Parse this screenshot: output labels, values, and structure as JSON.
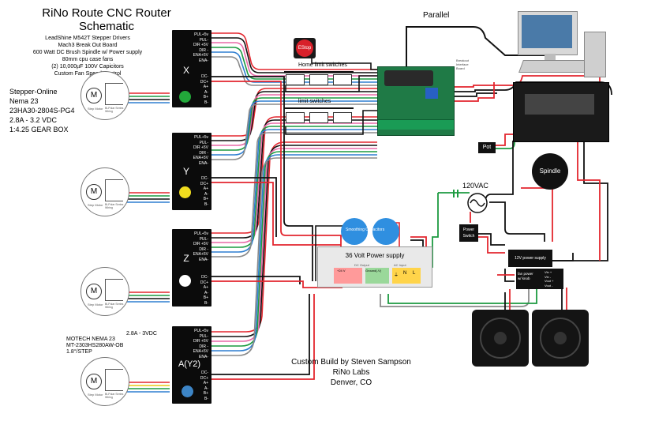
{
  "title": {
    "line1": "RiNo Route CNC Router",
    "line2": "Schematic"
  },
  "notes": [
    "LeadShine M542T Stepper Drivers",
    "Mach3 Break Out Board",
    "600 Watt DC Brush Spindle w/ Power supply",
    "80mm cpu case fans",
    "(2) 10,000µF 100V Capicitors",
    "Custom Fan Speed Control"
  ],
  "stepper_online": [
    "Stepper-Online",
    "Nema 23",
    "23HA30-2804S-PG4",
    "2.8A - 3.2 VDC",
    "1:4.25 GEAR BOX"
  ],
  "motech": [
    "MOTECH NEMA 23",
    "MT-2303HS280AW-OB",
    "1.8°/STEP"
  ],
  "motech_current": "2.8A - 3VDC",
  "driver_inputs": [
    "PUL+5v",
    "PUL-",
    "DIR +5V",
    "DIR -",
    "ENA+5V",
    "ENA-"
  ],
  "driver_outputs": [
    "DC-",
    "DC+",
    "A+",
    "A-",
    "B+",
    "B-"
  ],
  "drivers": [
    {
      "label": "X",
      "led_color": "#22a83a"
    },
    {
      "label": "Y",
      "led_color": "#f0dc1e"
    },
    {
      "label": "Z",
      "led_color": "#ffffff"
    },
    {
      "label": "A(Y2)",
      "led_color": "#3d85c6"
    }
  ],
  "motor_mark": "M",
  "motor_caption": "Step Motor",
  "motor_subcaption": "Bi-Polar Series Wiring",
  "estop": "EStop",
  "home_limit": "Home limit switches",
  "limit_switches": "limit switches",
  "parallel": "Parallel",
  "ac_label": "120VAC",
  "pot": "Pot",
  "spindle": "Spindle",
  "power_switch": [
    "Power",
    "Switch"
  ],
  "capacitors": "Smoothing Capacitors",
  "psu": {
    "title": "36 Volt Power supply",
    "dc_output": "DC Output",
    "ac_input": "AC Input",
    "v24": "+24 V",
    "ground": "Ground(-V)",
    "input_terms": [
      "⏚",
      "N",
      "L"
    ]
  },
  "psu12": "12V power supply",
  "fan_control": {
    "left": [
      "fan power",
      "w/ knob"
    ],
    "right": [
      "Vin +",
      "Vin -",
      "Vout +",
      "Vout -"
    ]
  },
  "bob_note": [
    "Breakout",
    "Interface",
    "Board"
  ],
  "credit": [
    "Custom Build by Steven Sampson",
    "RiNo Labs",
    "Denver, CO"
  ],
  "colors": {
    "red": "#e3262e",
    "black": "#111111",
    "green": "#1c9a40",
    "blue": "#2f7fd0",
    "pink": "#e86aa8",
    "grey": "#8a8a8a",
    "yellow": "#e8c817",
    "purple": "#8a3fb2"
  }
}
